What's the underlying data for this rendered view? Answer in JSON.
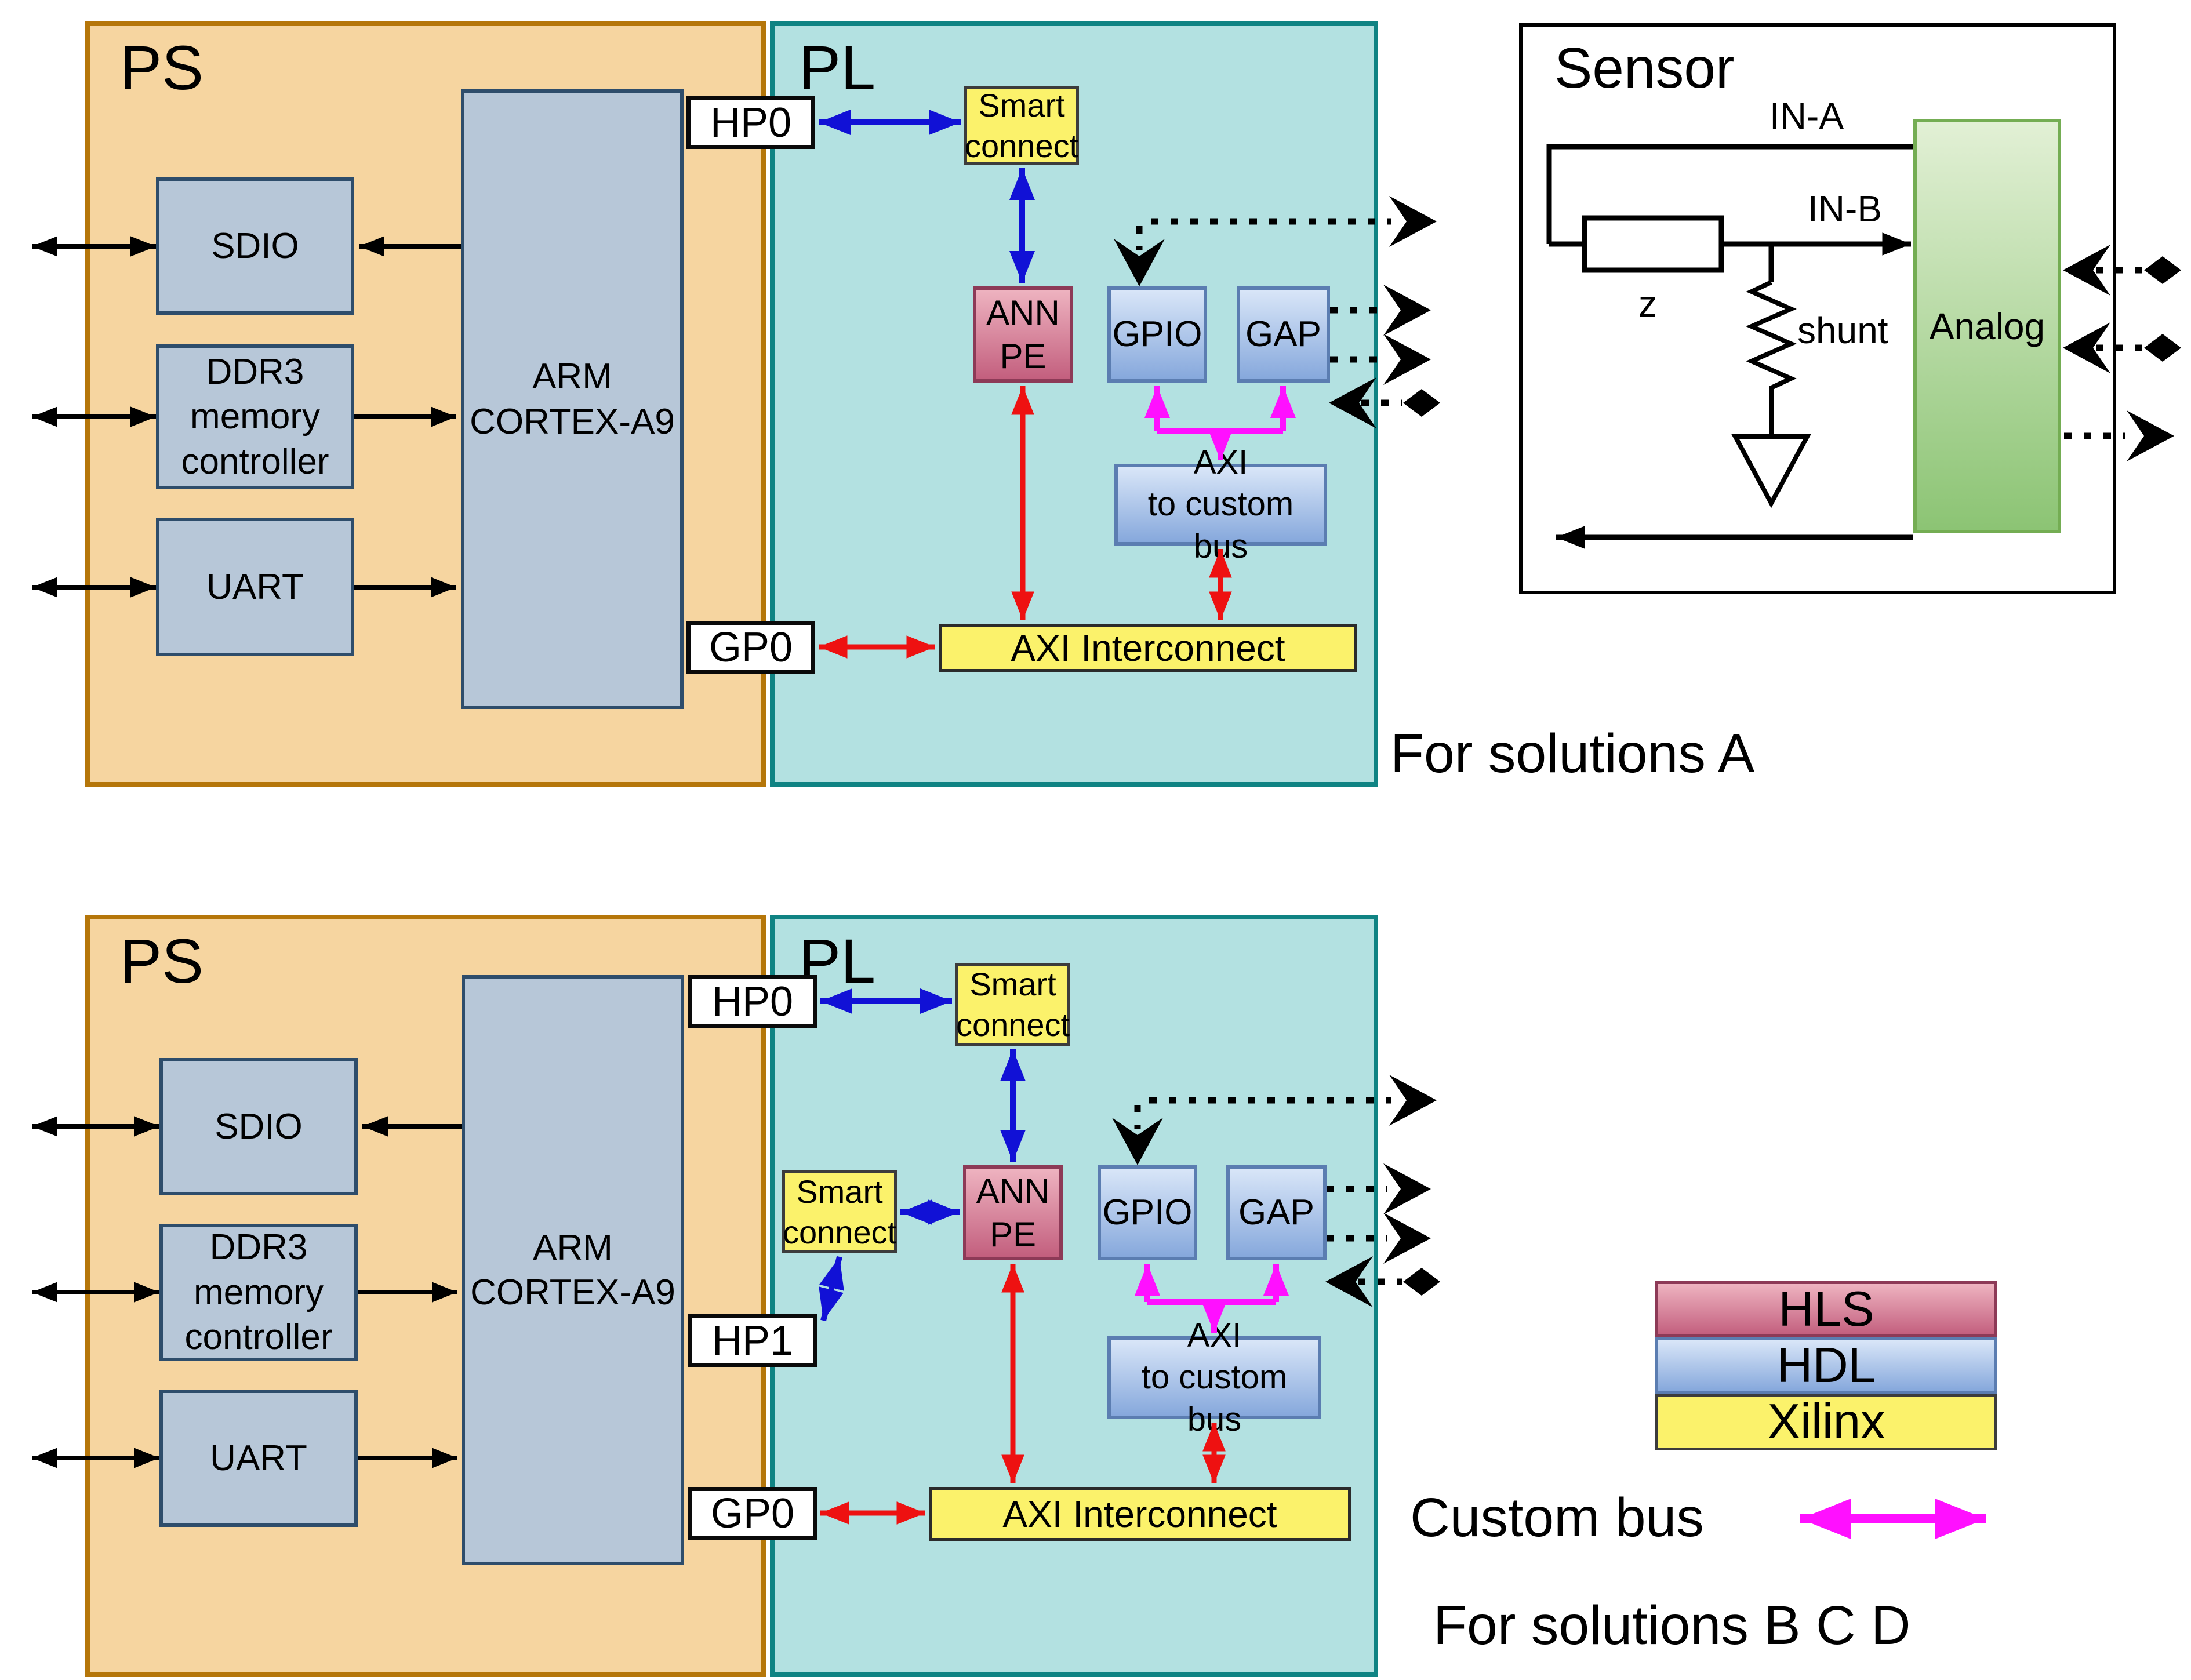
{
  "labels": {
    "ps": "PS",
    "pl": "PL",
    "sdio": "SDIO",
    "ddr3": "DDR3\nmemory\ncontroller",
    "uart": "UART",
    "arm": "ARM\nCORTEX-A9",
    "hp0": "HP0",
    "hp1": "HP1",
    "gp0": "GP0",
    "smart_connect": "Smart\nconnect",
    "ann_pe": "ANN\nPE",
    "gpio": "GPIO",
    "gap": "GAP",
    "axi_to_custom_bus": "AXI\nto custom bus",
    "axi_interconnect": "AXI Interconnect"
  },
  "sensor": {
    "title": "Sensor",
    "in_a": "IN-A",
    "in_b": "IN-B",
    "impedance": "z",
    "shunt": "shunt",
    "analog": "Analog"
  },
  "legend": {
    "hls": "HLS",
    "hdl": "HDL",
    "xilinx": "Xilinx",
    "custom_bus": "Custom bus"
  },
  "captions": {
    "top_diagram": "For solutions A",
    "bottom_diagram": "For solutions B C D"
  },
  "colors": {
    "ps_fill": "#f6d5a0",
    "ps_border": "#b5760a",
    "pl_fill": "#b3e1e1",
    "pl_border": "#0f8383",
    "block_grey_fill": "#b7c7d8",
    "block_grey_border": "#2e4d6b",
    "xilinx_yellow": "#fbf26b",
    "hls_red_gradient_bottom": "#c35f7e",
    "hdl_blue_gradient_bottom": "#86a8dc",
    "analog_green_gradient_bottom": "#8cc474",
    "arrow_black": "#000000",
    "arrow_red": "#ee1111",
    "arrow_blue": "#1111d6",
    "arrow_magenta": "#ff10ff"
  }
}
